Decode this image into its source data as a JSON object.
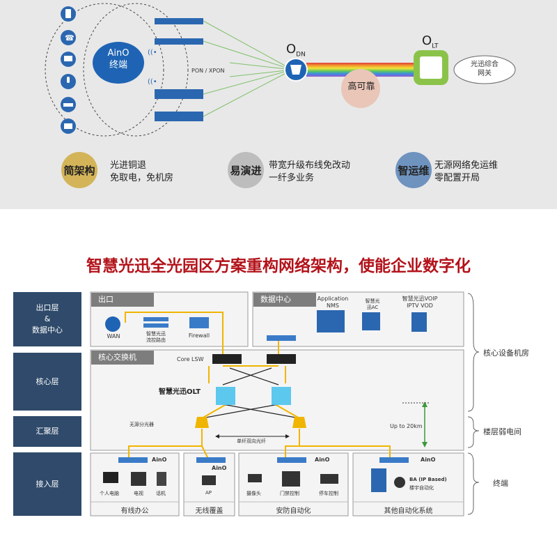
{
  "top": {
    "aino_label_line1": "AinO",
    "aino_label_line2": "终端",
    "pon_label": "PON / XPON",
    "odn_main": "O",
    "odn_sub": "DN",
    "olt_main": "O",
    "olt_sub": "LT",
    "high_reliability": "高可靠",
    "cloud_label_line1": "光迅综合",
    "cloud_label_line2": "网关"
  },
  "features": [
    {
      "badge": "简架构",
      "line1": "光进铜退",
      "line2": "免取电，免机房",
      "color": "#d3b458"
    },
    {
      "badge": "易演进",
      "line1": "带宽升级布线免改动",
      "line2": "一纤多业务",
      "color": "#bdbdbd"
    },
    {
      "badge": "智运维",
      "line1": "无源网络免运维",
      "line2": "零配置开局",
      "color": "#6f93bf"
    }
  ],
  "headline": "智慧光迅全光园区方案重构网络架构，使能企业数字化",
  "layers": [
    {
      "line1": "出口层",
      "line2": "&",
      "line3": "数据中心"
    },
    {
      "line1": "核心层"
    },
    {
      "line1": "汇聚层"
    },
    {
      "line1": "接入层"
    }
  ],
  "exit_group": {
    "title": "出口",
    "wan": "WAN",
    "router_line1": "智慧光迅",
    "router_line2": "流控路由",
    "firewall": "Firewall"
  },
  "dc_group": {
    "title": "数据中心",
    "app_line1": "Application",
    "app_line2": "NMS",
    "ac_line1": "智慧光",
    "ac_line2": "迅AC",
    "voip_line1": "智慧光迅VOIP",
    "voip_line2": "IPTV VOD"
  },
  "core_group": {
    "title": "核心交换机",
    "core_lsw": "Core LSW",
    "olt_label": "智慧光迅OLT",
    "splitter_label": "无源分光器",
    "single_fiber": "单纤双向光纤",
    "distance": "Up to 20km"
  },
  "access_groups": [
    {
      "aino": "AinO",
      "items": [
        "个人电脑",
        "电视",
        "话机"
      ],
      "caption": "有线办公"
    },
    {
      "aino": "AinO",
      "items": [
        "AP"
      ],
      "caption": "无线覆盖"
    },
    {
      "aino": "AinO",
      "items": [
        "摄像头",
        "门禁控制",
        "停车控制"
      ],
      "caption": "安防自动化"
    },
    {
      "aino": "AinO",
      "items": [
        "BA (IP Based)",
        "楼宇自动化"
      ],
      "caption": "其他自动化系统"
    }
  ],
  "right_labels": {
    "core_room": "核心设备机房",
    "floor_room": "楼层弱电间",
    "terminal": "终端"
  },
  "colors": {
    "accent_blue": "#1f64b4",
    "headline_red": "#b3121a",
    "fiber_yellow": "#f0b500",
    "olt_cyan": "#5cc8ee",
    "green_line": "#7fc06a"
  }
}
